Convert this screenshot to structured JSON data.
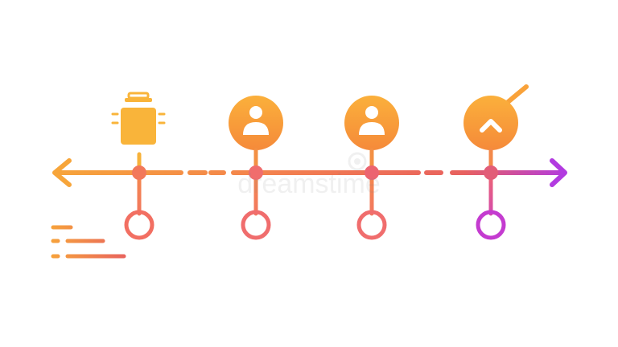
{
  "colors": {
    "orange": "#F5A623",
    "orange_light": "#FBB03B",
    "coral": "#F06D6D",
    "magenta": "#C43BD0",
    "purple": "#B23BE0",
    "background": "#FFFFFF"
  },
  "timeline": {
    "direction": "left-to-right",
    "start_arrow": "arrow-left-icon",
    "end_arrow": "arrow-right-icon",
    "milestones": [
      {
        "id": "milestone-1",
        "icon": "cooking-pot-icon"
      },
      {
        "id": "milestone-2",
        "icon": "user-icon"
      },
      {
        "id": "milestone-3",
        "icon": "user-icon"
      },
      {
        "id": "milestone-4",
        "icon": "chevron-up-icon"
      }
    ]
  },
  "legend_lines": {
    "count": 3,
    "icon": "text-lines-icon"
  },
  "watermark": {
    "text": "dreamstime",
    "icon": "watermark-logo-icon"
  }
}
